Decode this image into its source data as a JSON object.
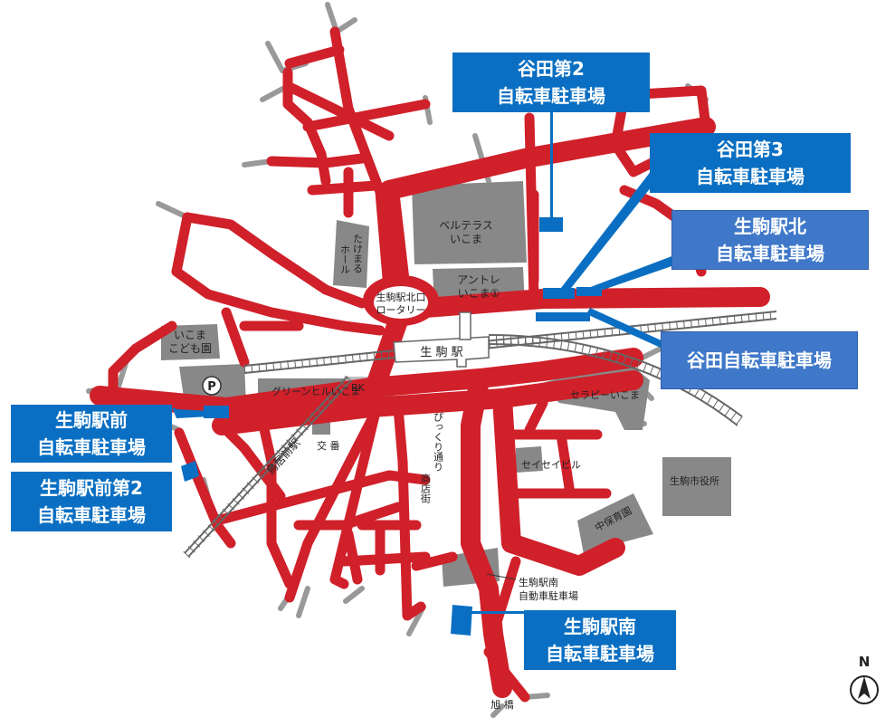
{
  "map": {
    "colors": {
      "road": "#d0202a",
      "minor_road": "#999999",
      "block": "#888888",
      "rail": "#666666",
      "callout_dark": "#0a6fc2",
      "callout_light": "#3f78c9"
    },
    "callouts": {
      "taniden2": {
        "line1": "谷田第2",
        "line2": "自転車駐車場"
      },
      "taniden3": {
        "line1": "谷田第3",
        "line2": "自転車駐車場"
      },
      "ikomakita": {
        "line1": "生駒駅北",
        "line2": "自転車駐車場"
      },
      "taniden": {
        "line1": "谷田自転車駐車場"
      },
      "ikomamae": {
        "line1": "生駒駅前",
        "line2": "自転車駐車場"
      },
      "ikomamae2": {
        "line1": "生駒駅前第2",
        "line2": "自転車駐車場"
      },
      "ikomaminami": {
        "line1": "生駒駅南",
        "line2": "自転車駐車場"
      }
    },
    "labels": {
      "belterrace_1": "ベルテラス",
      "belterrace_2": "いこま",
      "antre_1": "アントレ",
      "antre_2": "いこま①",
      "rotary_1": "生駒駅北口",
      "rotary_2": "ロータリー",
      "station": "生 駒 駅",
      "takemaru_1": "たけまる",
      "takemaru_2": "ホール",
      "kodomo_1": "いこま",
      "kodomo_2": "こども園",
      "parking_mark": "P",
      "greenhill": "グリーンヒルいこま",
      "bk": "BK",
      "torii_station": "鳥居前駅",
      "koban": "交 番",
      "pikkuri_1": "ぴっくり通り",
      "pikkuri_2": "商店街",
      "therapy": "セラピーいこま",
      "seisei": "セイセイビル",
      "cityhall": "生駒市役所",
      "chuho": "中保育園",
      "car_park_1": "生駒駅南",
      "car_park_2": "自動車駐車場",
      "asahibashi": "旭 橋",
      "north": "N"
    }
  }
}
